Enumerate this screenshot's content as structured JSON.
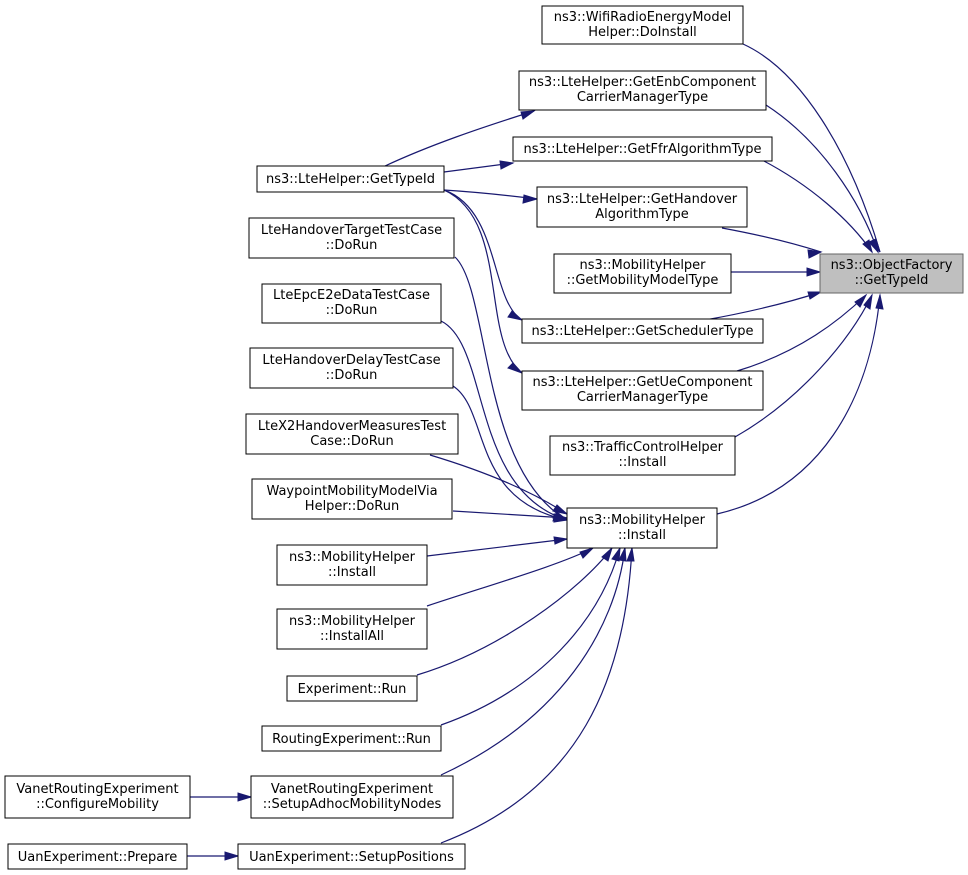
{
  "graph": {
    "root": "object_factory",
    "nodes": {
      "object_factory": [
        "ns3::ObjectFactory",
        "::GetTypeId"
      ],
      "wifi_energy": [
        "ns3::WifiRadioEnergyModel",
        "Helper::DoInstall"
      ],
      "lte_enb_cc": [
        "ns3::LteHelper::GetEnbComponent",
        "CarrierManagerType"
      ],
      "lte_ffr": [
        "ns3::LteHelper::GetFfrAlgorithmType"
      ],
      "lte_handover": [
        "ns3::LteHelper::GetHandover",
        "AlgorithmType"
      ],
      "mob_model_type": [
        "ns3::MobilityHelper",
        "::GetMobilityModelType"
      ],
      "lte_scheduler": [
        "ns3::LteHelper::GetSchedulerType"
      ],
      "lte_ue_cc": [
        "ns3::LteHelper::GetUeComponent",
        "CarrierManagerType"
      ],
      "traffic_control": [
        "ns3::TrafficControlHelper",
        "::Install"
      ],
      "mobility_install": [
        "ns3::MobilityHelper",
        "::Install"
      ],
      "lte_gettypeid": [
        "ns3::LteHelper::GetTypeId"
      ],
      "lte_ho_target": [
        "LteHandoverTargetTestCase",
        "::DoRun"
      ],
      "lte_epc_e2e": [
        "LteEpcE2eDataTestCase",
        "::DoRun"
      ],
      "lte_ho_delay": [
        "LteHandoverDelayTestCase",
        "::DoRun"
      ],
      "ltex2": [
        "LteX2HandoverMeasuresTest",
        "Case::DoRun"
      ],
      "waypoint": [
        "WaypointMobilityModelVia",
        "Helper::DoRun"
      ],
      "mob_install_2": [
        "ns3::MobilityHelper",
        "::Install"
      ],
      "mob_installall": [
        "ns3::MobilityHelper",
        "::InstallAll"
      ],
      "experiment_run": [
        "Experiment::Run"
      ],
      "routing_run": [
        "RoutingExperiment::Run"
      ],
      "vanet_setup": [
        "VanetRoutingExperiment",
        "::SetupAdhocMobilityNodes"
      ],
      "uan_setup": [
        "UanExperiment::SetupPositions"
      ],
      "vanet_configure": [
        "VanetRoutingExperiment",
        "::ConfigureMobility"
      ],
      "uan_prepare": [
        "UanExperiment::Prepare"
      ]
    },
    "edges": [
      [
        "wifi_energy",
        "object_factory"
      ],
      [
        "lte_enb_cc",
        "object_factory"
      ],
      [
        "lte_ffr",
        "object_factory"
      ],
      [
        "lte_handover",
        "object_factory"
      ],
      [
        "mob_model_type",
        "object_factory"
      ],
      [
        "lte_scheduler",
        "object_factory"
      ],
      [
        "lte_ue_cc",
        "object_factory"
      ],
      [
        "traffic_control",
        "object_factory"
      ],
      [
        "mobility_install",
        "object_factory"
      ],
      [
        "lte_gettypeid",
        "lte_enb_cc"
      ],
      [
        "lte_gettypeid",
        "lte_ffr"
      ],
      [
        "lte_gettypeid",
        "lte_handover"
      ],
      [
        "lte_gettypeid",
        "lte_scheduler"
      ],
      [
        "lte_gettypeid",
        "lte_ue_cc"
      ],
      [
        "lte_ho_target",
        "mobility_install"
      ],
      [
        "lte_epc_e2e",
        "mobility_install"
      ],
      [
        "lte_ho_delay",
        "mobility_install"
      ],
      [
        "ltex2",
        "mobility_install"
      ],
      [
        "waypoint",
        "mobility_install"
      ],
      [
        "mob_install_2",
        "mobility_install"
      ],
      [
        "mob_installall",
        "mobility_install"
      ],
      [
        "experiment_run",
        "mobility_install"
      ],
      [
        "routing_run",
        "mobility_install"
      ],
      [
        "vanet_setup",
        "mobility_install"
      ],
      [
        "uan_setup",
        "mobility_install"
      ],
      [
        "vanet_configure",
        "vanet_setup"
      ],
      [
        "uan_prepare",
        "uan_setup"
      ]
    ]
  }
}
